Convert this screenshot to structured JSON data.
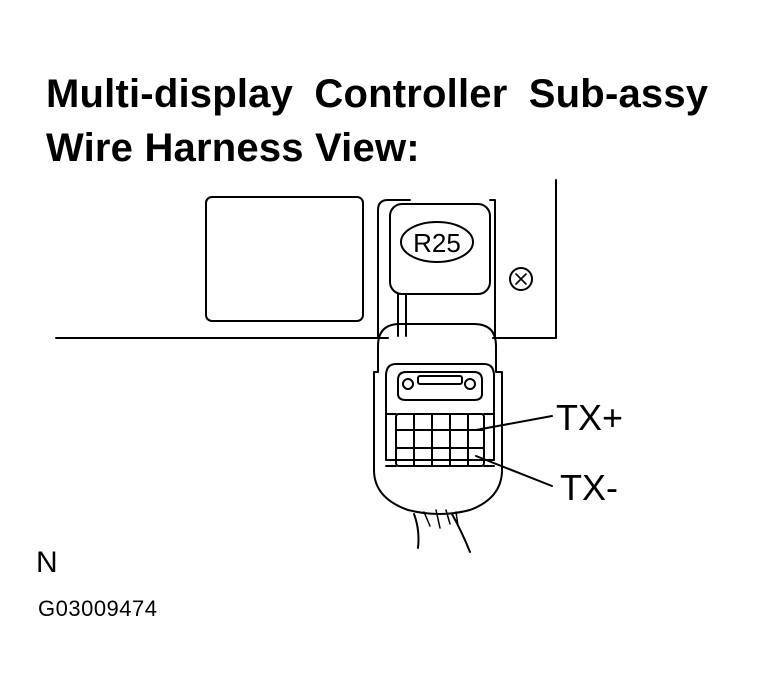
{
  "title": {
    "line1": "Multi-display Controller Sub-assy",
    "line2": "Wire Harness View:"
  },
  "connector": {
    "code": "R25"
  },
  "pins": [
    {
      "label": "TX+"
    },
    {
      "label": "TX-"
    }
  ],
  "view_letter": "N",
  "figure_id": "G03009474"
}
